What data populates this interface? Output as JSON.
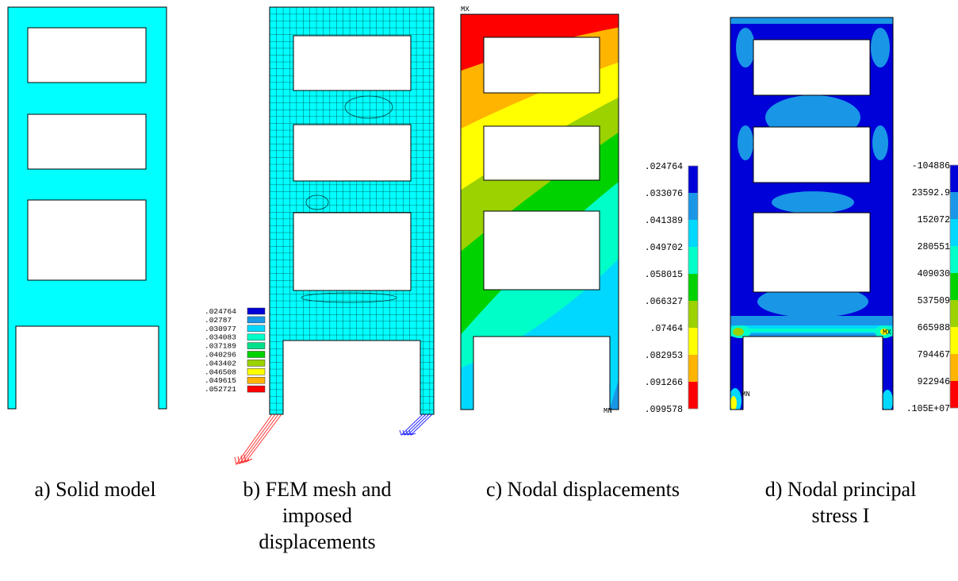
{
  "captions": {
    "a": "a) Solid model",
    "b_line1": "b) FEM mesh and",
    "b_line2": "imposed",
    "b_line3": "displacements",
    "c": "c) Nodal displacements",
    "d_line1": "d) Nodal principal",
    "d_line2": "stress I"
  },
  "colors": {
    "model_fill": "#00ffff",
    "scale": [
      "#0000d8",
      "#1a96e6",
      "#00d8ff",
      "#00ffc8",
      "#00d200",
      "#9bd200",
      "#ffff00",
      "#ffb400",
      "#ff0000"
    ]
  },
  "mesh_legend": {
    "values": [
      ".024764",
      ".02787",
      ".030977",
      ".034083",
      ".037189",
      ".040296",
      ".043402",
      ".046508",
      ".049615",
      ".052721"
    ],
    "swatch_colors": [
      "#0000d8",
      "#1a96e6",
      "#00d8ff",
      "#00ffc8",
      "#00e08c",
      "#00d200",
      "#9bd200",
      "#ffff00",
      "#ffb400",
      "#ff0000"
    ]
  },
  "displacement": {
    "mx_label": "MX",
    "mn_label": "MN",
    "legend_values": [
      ".024764",
      ".033076",
      ".041389",
      ".049702",
      ".058015",
      ".066327",
      ".07464",
      ".082953",
      ".091266",
      ".099578"
    ]
  },
  "stress": {
    "mx_label": "MX",
    "mn_label": "MN",
    "legend_values": [
      "-104886",
      "23592.9",
      "152072",
      "280551",
      "409030",
      "537509",
      "665988",
      "794467",
      "922946",
      ".105E+07"
    ]
  }
}
